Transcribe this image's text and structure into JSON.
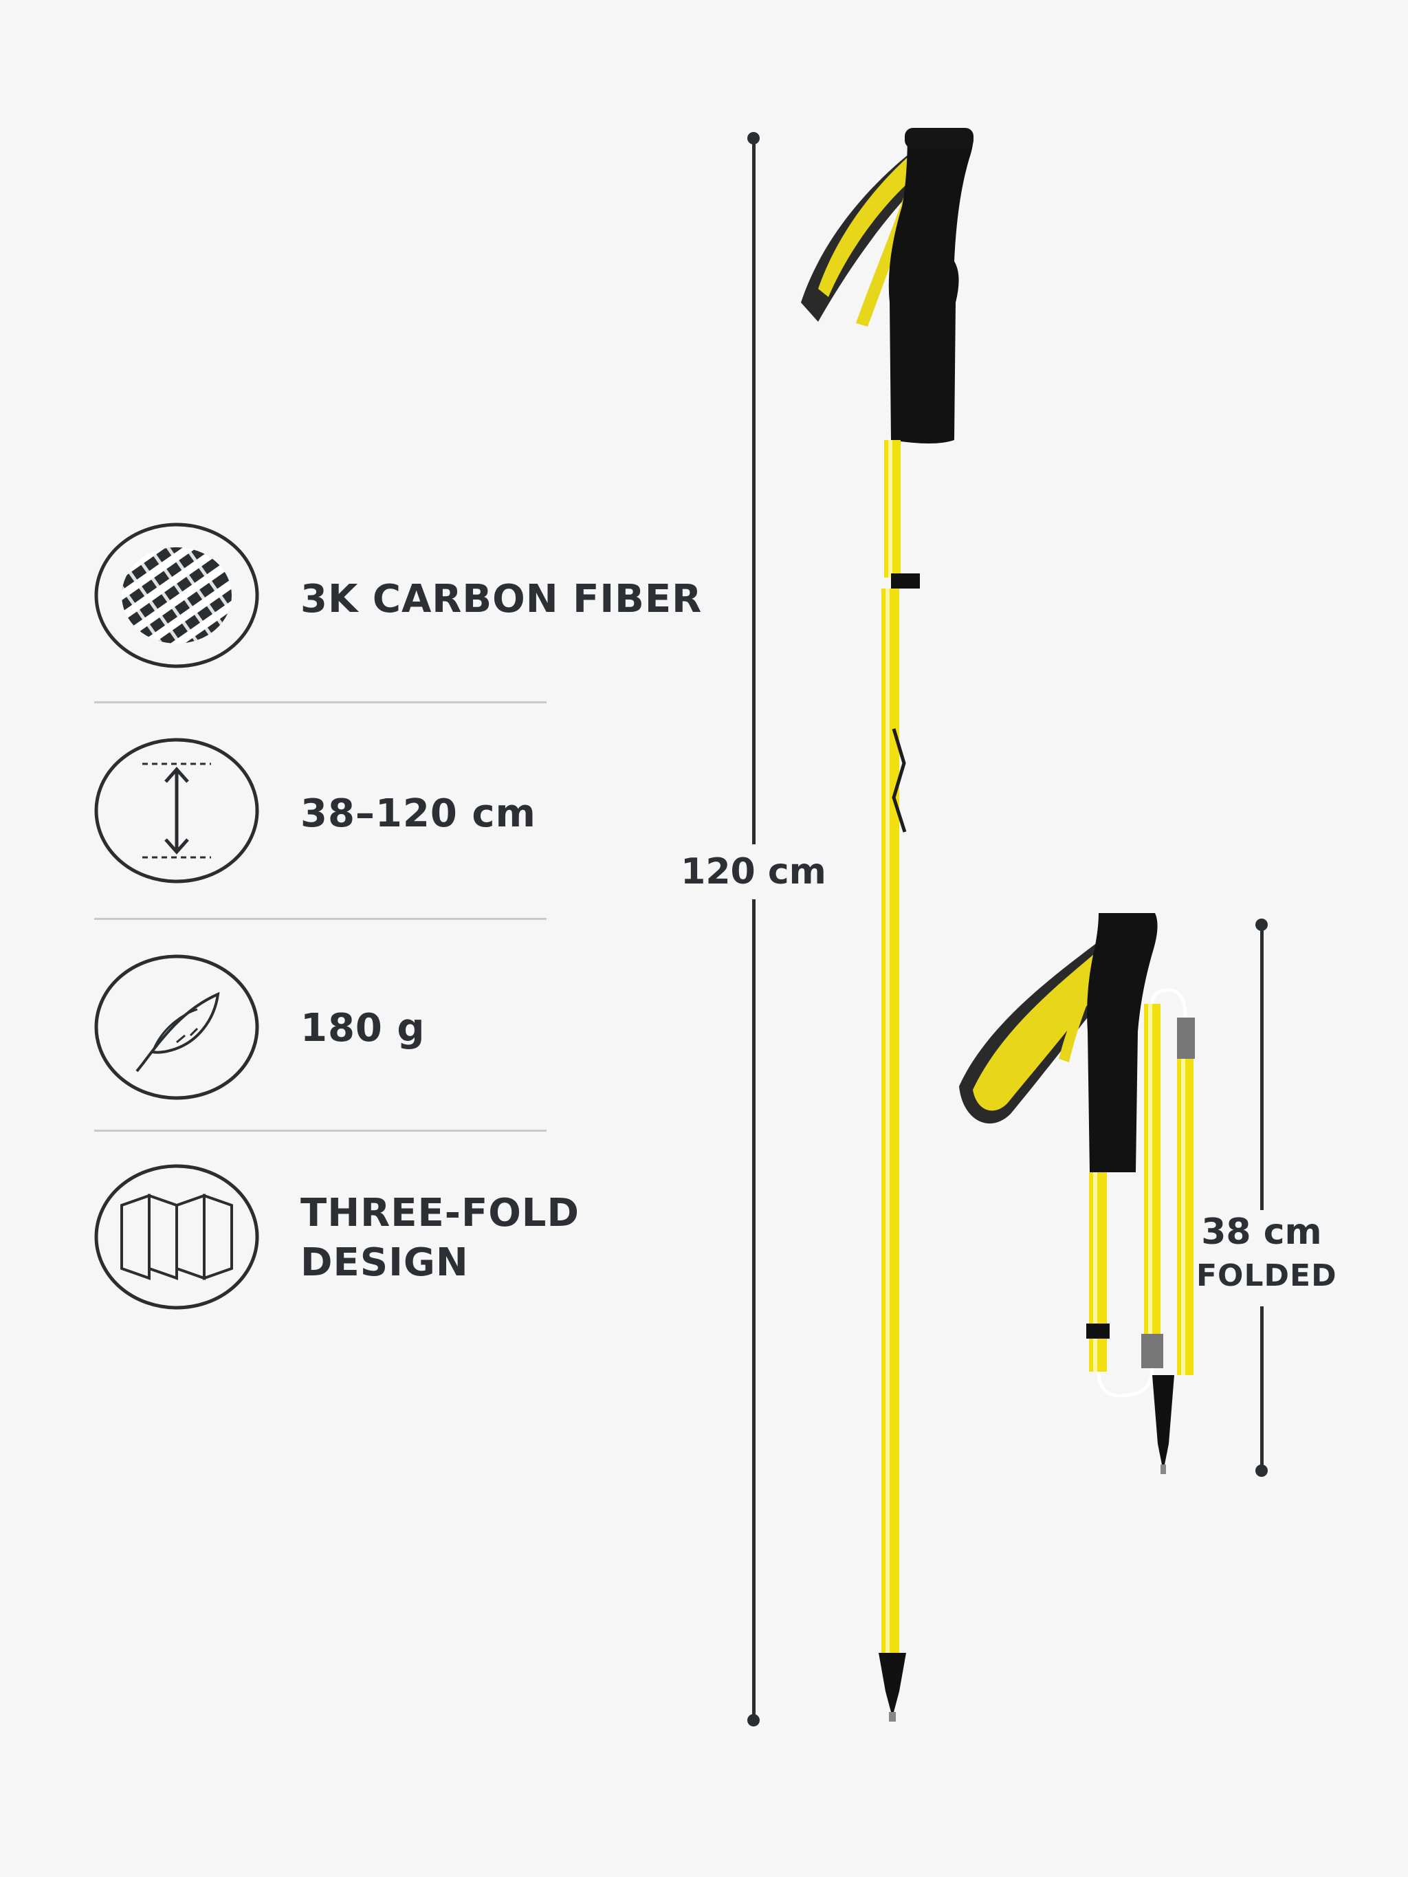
{
  "features": [
    {
      "icon": "carbon-weave-icon",
      "label_lines": [
        "3K CARBON FIBER"
      ]
    },
    {
      "icon": "length-arrow-icon",
      "label_lines": [
        "38–120 cm"
      ]
    },
    {
      "icon": "feather-icon",
      "label_lines": [
        "180 g"
      ]
    },
    {
      "icon": "fold-panels-icon",
      "label_lines": [
        "THREE-FOLD",
        "DESIGN"
      ]
    }
  ],
  "dimensions": {
    "extended": {
      "value": "120 cm"
    },
    "folded": {
      "value": "38 cm",
      "note": "FOLDED"
    }
  },
  "colors": {
    "background": "#f6f6f6",
    "pole": "#f2df10",
    "grip": "#111111",
    "text": "#2c3034"
  }
}
